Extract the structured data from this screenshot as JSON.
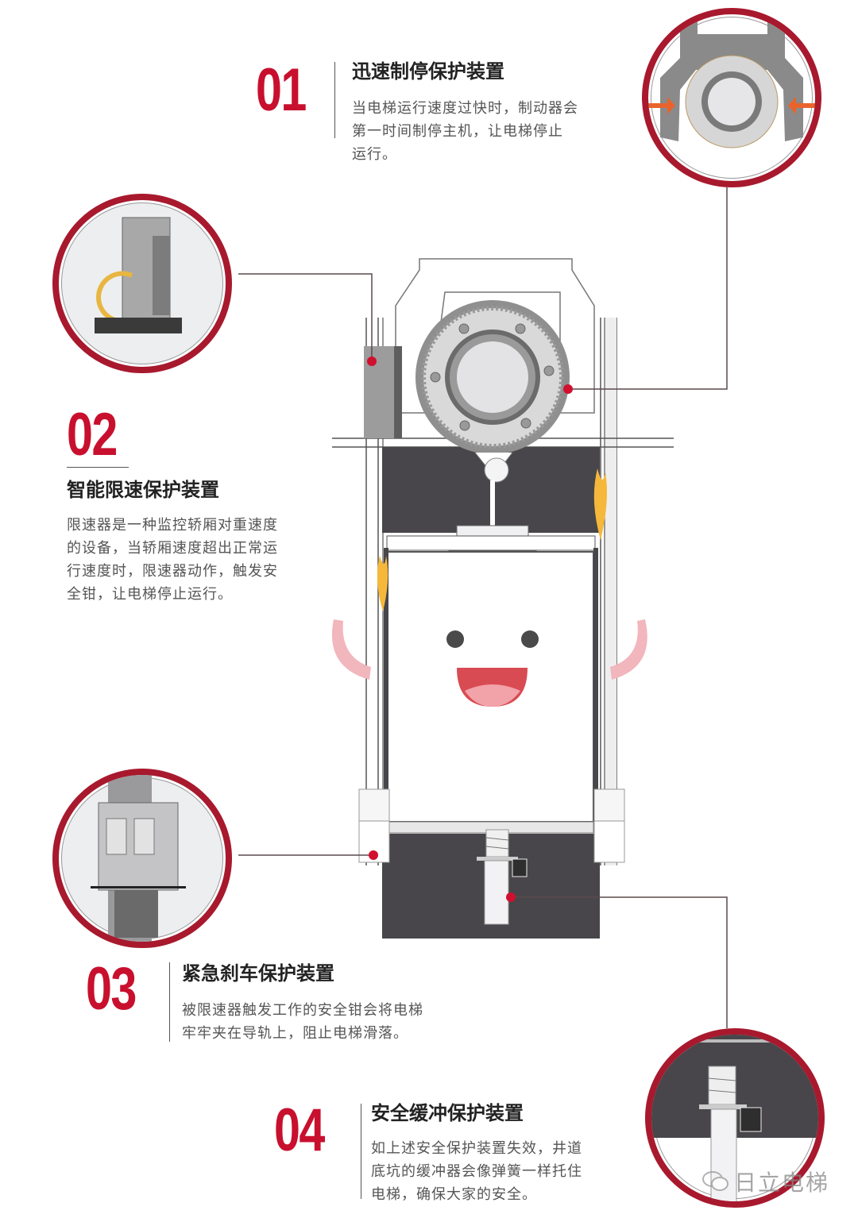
{
  "sections": [
    {
      "number": "01",
      "title": "迅速制停保护装置",
      "lines": [
        "当电梯运行速度过快时，制动器会",
        "第一时间制停主机，让电梯停止",
        "运行。"
      ],
      "image": "brake-detail"
    },
    {
      "number": "02",
      "title": "智能限速保护装置",
      "lines": [
        "限速器是一种监控轿厢对重速度",
        "的设备，当轿厢速度超出正常运",
        "行速度时，限速器动作，触发安",
        "全钳，让电梯停止运行。"
      ],
      "image": "speed-governor-detail"
    },
    {
      "number": "03",
      "title": "紧急刹车保护装置",
      "lines": [
        "被限速器触发工作的安全钳会将电梯",
        "牢牢夹在导轨上，阻止电梯滑落。"
      ],
      "image": "safety-gear-detail"
    },
    {
      "number": "04",
      "title": "安全缓冲保护装置",
      "lines": [
        "如上述安全保护装置失效，井道",
        "底坑的缓冲器会像弹簧一样托住",
        "电梯，确保大家的安全。"
      ],
      "image": "buffer-detail"
    }
  ],
  "watermark": {
    "icon": "wechat-icon",
    "text": "日立电梯"
  },
  "colors": {
    "accent_red": "#c8102e",
    "ring_red": "#a8192e",
    "shaft_dark": "#48464a",
    "leader_line": "#5a4a4c",
    "smile_pink": "#f2b6bd",
    "flame": "#f5b83a"
  }
}
